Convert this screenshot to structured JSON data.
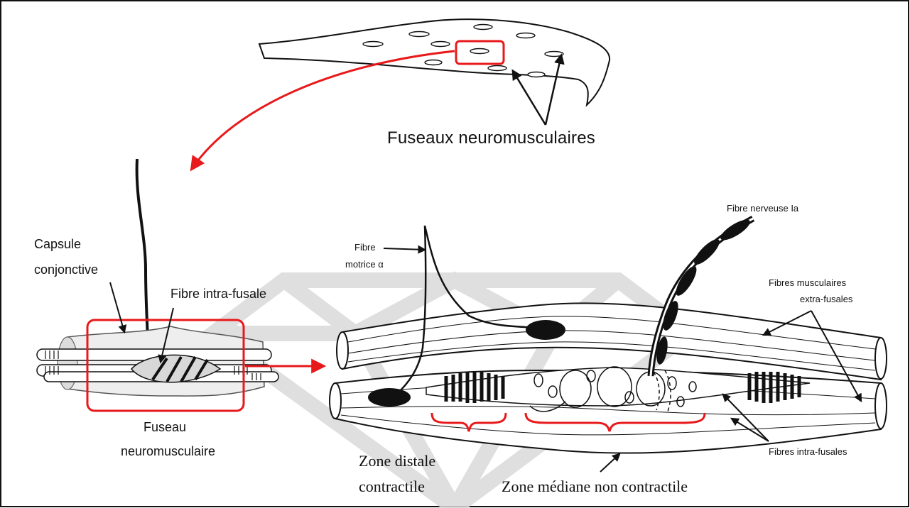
{
  "labels": {
    "fuseaux": "Fuseaux neuromusculaires",
    "capsule": [
      "Capsule",
      "conjonctive"
    ],
    "fibre_intra": "Fibre intra-fusale",
    "fuseau": [
      "Fuseau",
      "neuromusculaire"
    ],
    "fibre_motrice": [
      "Fibre",
      "motrice α"
    ],
    "fibre_nerveuse": "Fibre nerveuse Ia",
    "fibres_extra": [
      "Fibres musculaires",
      "extra-fusales"
    ],
    "fibres_intra": "Fibres intra-fusales",
    "zone_distale": [
      "Zone distale",
      "contractile"
    ],
    "zone_mediane": "Zone médiane non contractile"
  },
  "colors": {
    "highlight": "#e8191b",
    "ink": "#111111",
    "watermark": "#d9d9d9"
  }
}
